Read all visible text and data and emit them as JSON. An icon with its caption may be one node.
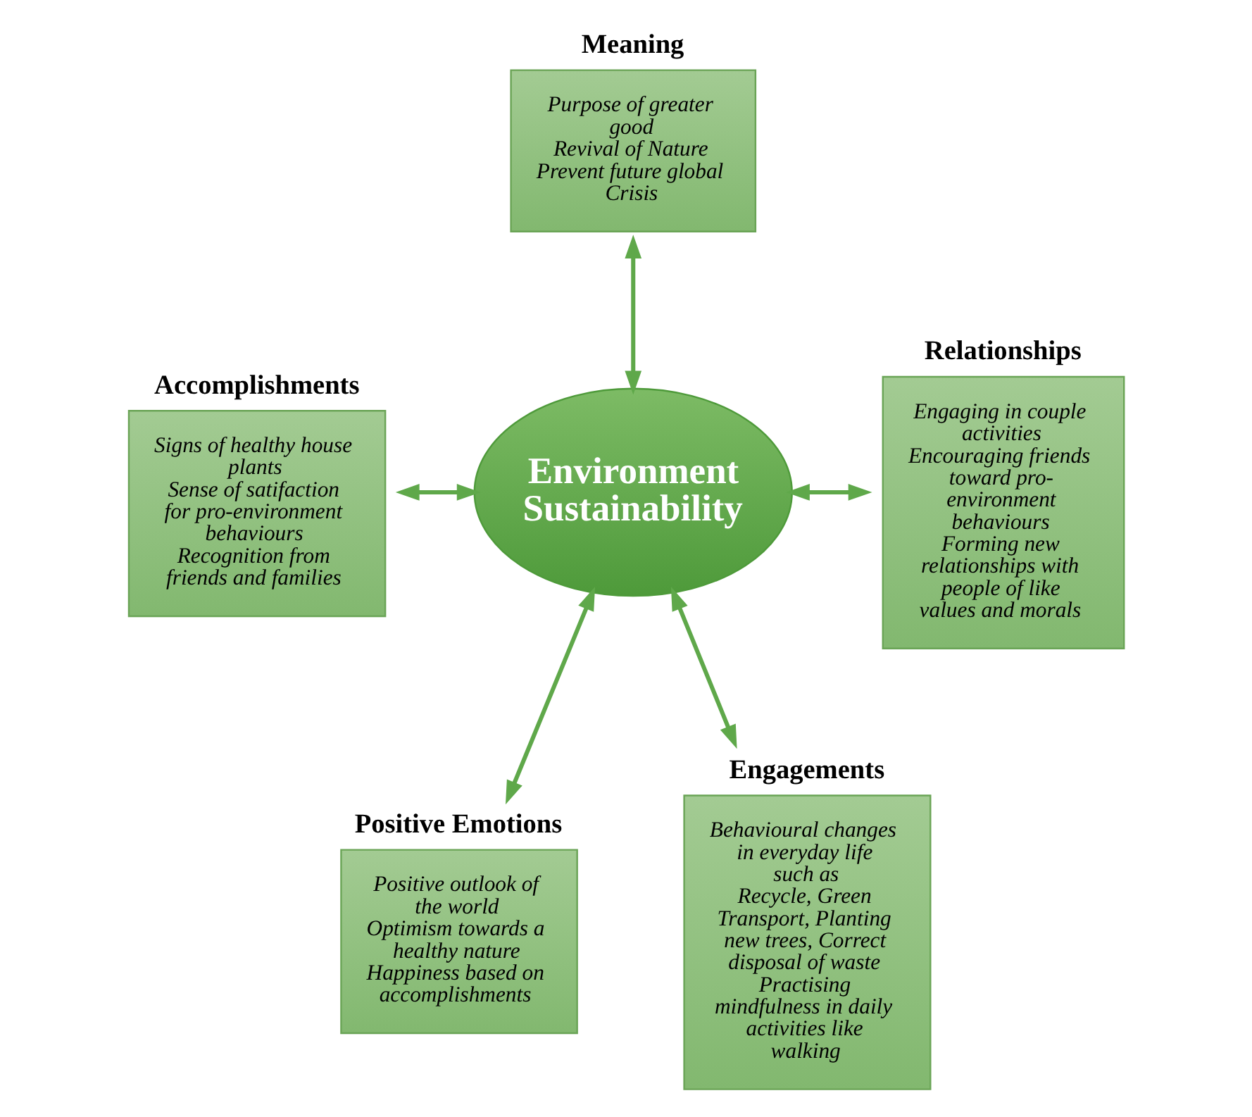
{
  "diagram": {
    "nodes": [
      {
        "text": [
          "Meaning",
          "Purpose of greater good",
          "Revival of Nature",
          "Prevent future global Crisis"
        ]
      },
      {
        "text": [
          "Accomplishments",
          "Signs of healthy house plants",
          "Sense of satifaction for pro-environment behaviours",
          "Recognition from friends and families"
        ]
      },
      {
        "text": [
          "Relationships",
          "Engaging in couple activities",
          "Encouraging friends toward pro-environment behaviours",
          "Forming new relationships with people of like values and morals"
        ]
      },
      {
        "text": [
          "Environment Sustainability"
        ]
      },
      {
        "text": [
          "Positive Emotions",
          "Positive outlook of the world",
          "Optimism towards a healthy nature",
          "Happiness based on accomplishments"
        ]
      },
      {
        "text": [
          "Engagements",
          "Behavioural changes in everyday life such as",
          "Recycle, Green Transport, Planting new trees, Correct disposal of waste",
          "Practising mindfulness in daily activities like walking"
        ]
      }
    ],
    "edges": [
      {
        "from": 0,
        "to": 3,
        "arrow": "both"
      },
      {
        "from": 1,
        "to": 3,
        "arrow": "both"
      },
      {
        "from": 3,
        "to": 2,
        "arrow": "both"
      },
      {
        "from": 3,
        "to": 4,
        "arrow": "both"
      },
      {
        "from": 3,
        "to": 5,
        "arrow": "both"
      }
    ]
  }
}
